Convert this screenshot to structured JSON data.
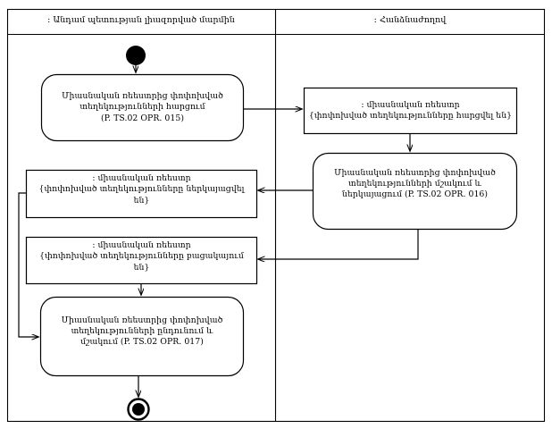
{
  "diagram": {
    "type": "uml-activity-diagram",
    "lanes": [
      {
        "id": "lane-left",
        "title": ": Անդամ պետության լիազորված մարմին"
      },
      {
        "id": "lane-right",
        "title": ": Հանձնաժողով"
      }
    ],
    "nodes": {
      "initial": {
        "kind": "initial-node",
        "lane": "lane-left"
      },
      "activity_015": {
        "kind": "activity",
        "lane": "lane-left",
        "line1": "Միասնական ռեեստրից փոփոխված",
        "line2": "տեղեկությունների հարցում",
        "line3": "(P. TS.02 OPR. 015)"
      },
      "signal_requested": {
        "kind": "signal-state",
        "lane": "lane-right",
        "line1": ": միասնական ռեեստր",
        "line2": "{փոփոխված տեղեկությունները հարցվել են}"
      },
      "activity_016": {
        "kind": "activity",
        "lane": "lane-right",
        "line1": "Միասնական ռեեստրից փոփոխված",
        "line2": "տեղեկությունների մշակում և",
        "line3": "ներկայացում (P. TS.02 OPR. 016)"
      },
      "signal_presented": {
        "kind": "signal-state",
        "lane": "lane-left",
        "line1": ": միասնական ռեեստր",
        "line2": "{փոփոխված տեղեկությունները ներկայացվել են}"
      },
      "signal_absent": {
        "kind": "signal-state",
        "lane": "lane-left",
        "line1": ": միասնական ռեեստր",
        "line2": "{փոփոխված տեղեկությունները բացակայում են}"
      },
      "activity_017": {
        "kind": "activity",
        "lane": "lane-left",
        "line1": "Միասնական ռեեստրից փոփոխված",
        "line2": "տեղեկությունների ընդունում և",
        "line3": "մշակում (P. TS.02 OPR. 017)"
      },
      "final": {
        "kind": "activity-final-node",
        "lane": "lane-left"
      }
    },
    "colors": {
      "stroke": "#000000",
      "fill": "#ffffff",
      "text": "#000000"
    }
  }
}
